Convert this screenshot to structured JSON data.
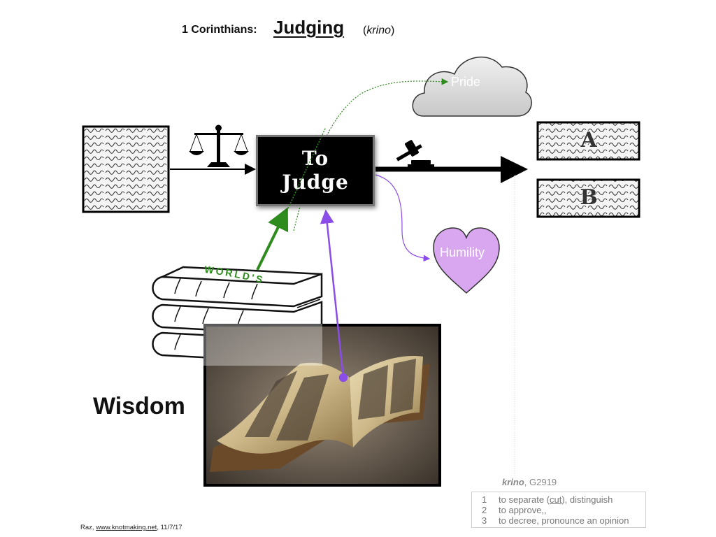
{
  "title": {
    "prefix": "1 Corinthians:",
    "main": "Judging",
    "greek_word": "krino"
  },
  "judge_box": {
    "label": "To\nJudge"
  },
  "cloud": {
    "label": "Pride"
  },
  "heart": {
    "label": "Humility"
  },
  "outcomes": [
    {
      "label": "A"
    },
    {
      "label": "B"
    }
  ],
  "books": {
    "label": "WORLD'S"
  },
  "wisdom": {
    "label": "Wisdom"
  },
  "definition": {
    "word": "krino",
    "code": ", G2919",
    "items": [
      {
        "num": "1",
        "pre": "to separate (",
        "link": "cut",
        "post": "), distinguish"
      },
      {
        "num": "2",
        "pre": "to approve,,",
        "link": "",
        "post": ""
      },
      {
        "num": "3",
        "pre": "to decree, pronounce an opinion",
        "link": "",
        "post": ""
      }
    ]
  },
  "credit": {
    "author": "Raz, ",
    "site": "www.knotmaking.net",
    "date": ", 11/7/17"
  },
  "colors": {
    "world_green": "#2e8b1e",
    "scripture_purple": "#8a4de8",
    "heart_fill": "#d9a7f0",
    "cloud_fill": "#dcdcdc"
  }
}
